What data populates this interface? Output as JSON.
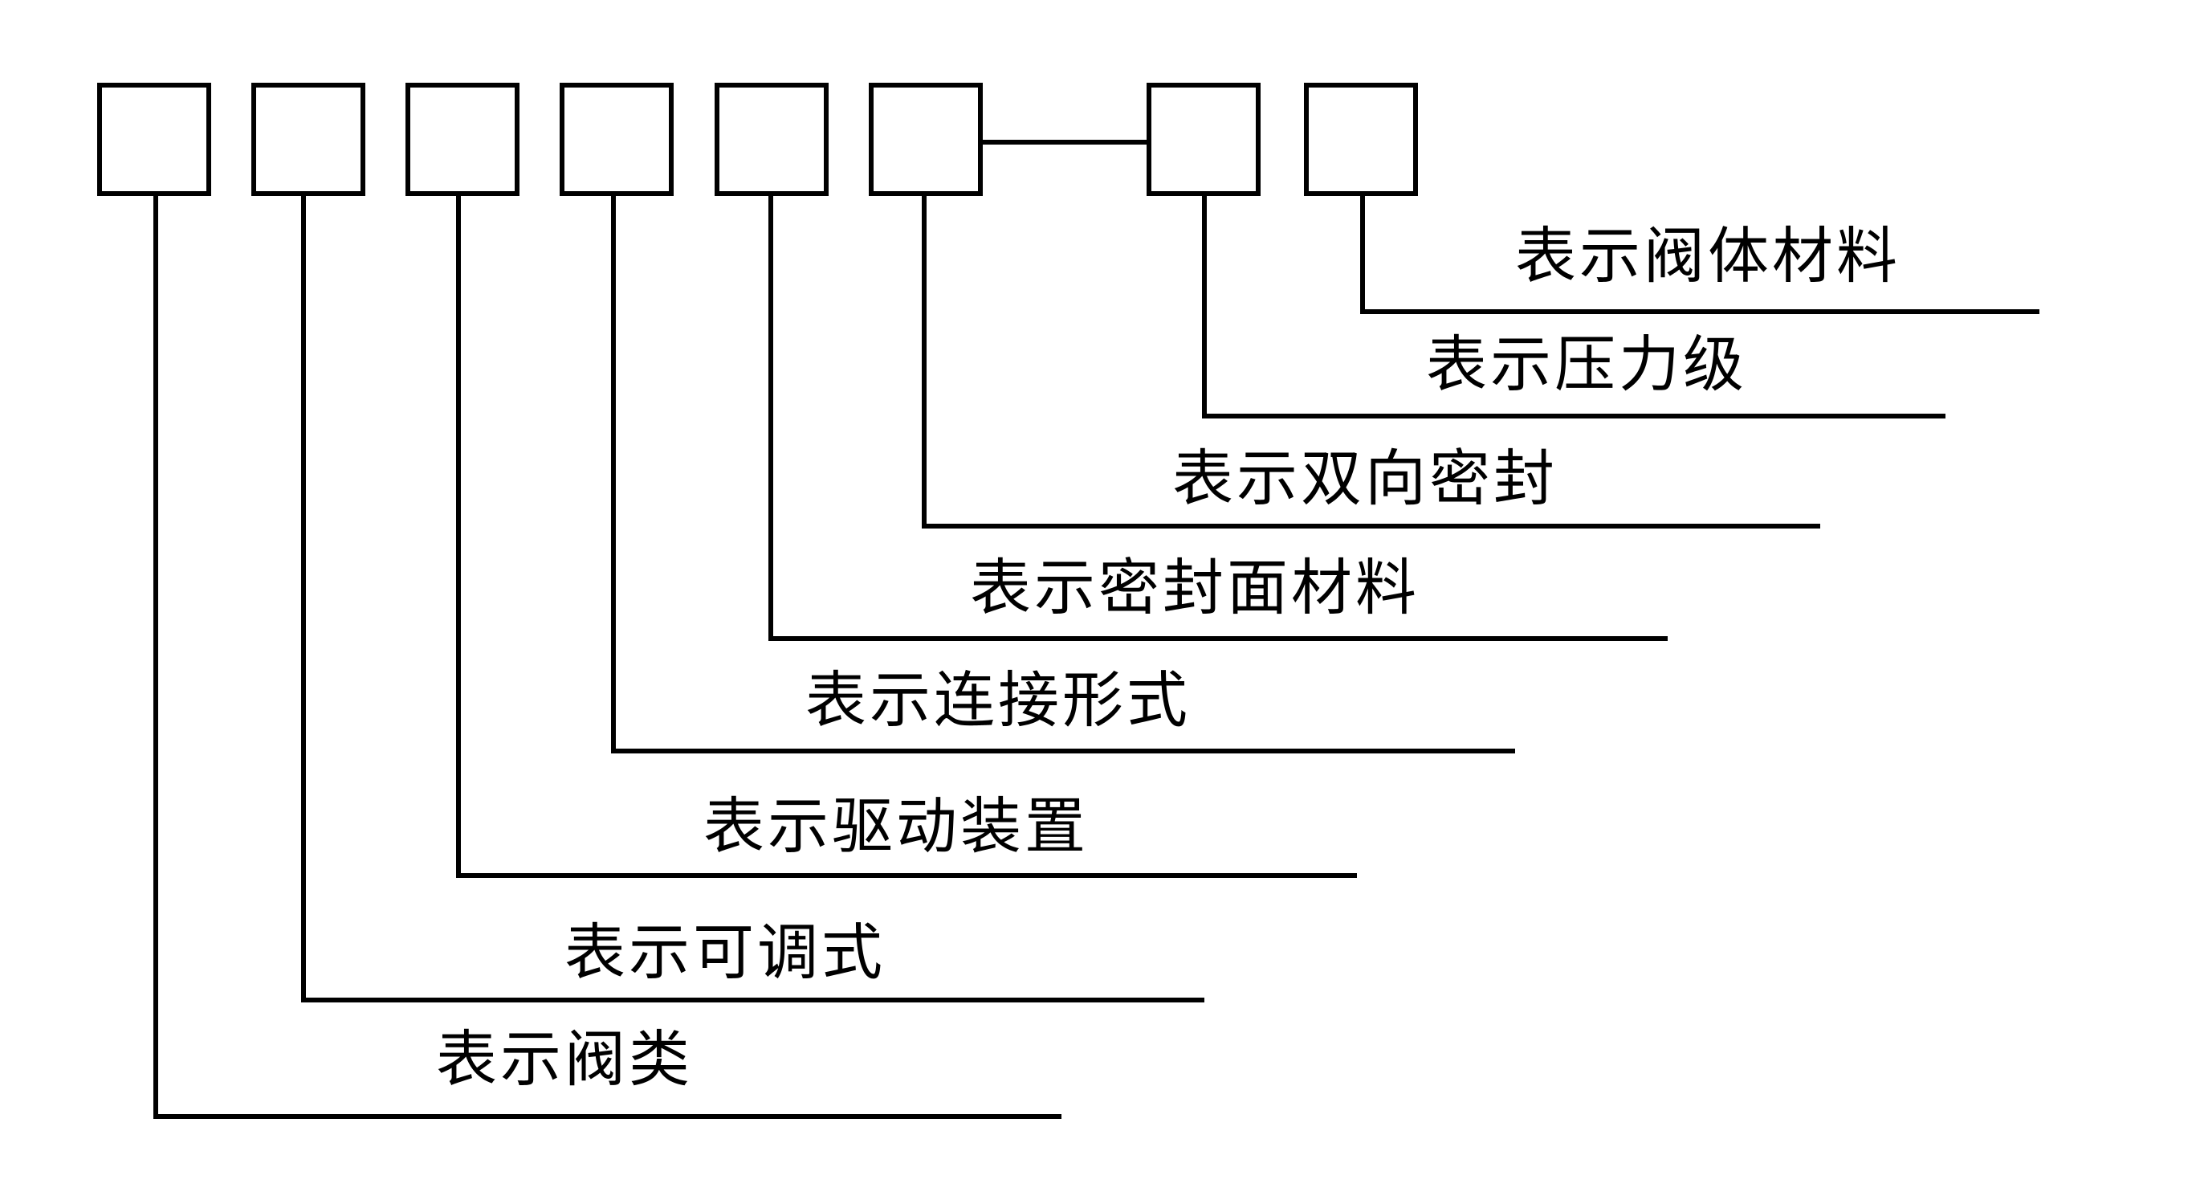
{
  "diagram": {
    "line_color": "#000000",
    "background": "#ffffff",
    "code_boxes": [
      {
        "id": "box-1",
        "label": "表示阀类"
      },
      {
        "id": "box-2",
        "label": "表示可调式"
      },
      {
        "id": "box-3",
        "label": "表示驱动装置"
      },
      {
        "id": "box-4",
        "label": "表示连接形式"
      },
      {
        "id": "box-5",
        "label": "表示密封面材料"
      },
      {
        "id": "box-6",
        "label": "表示双向密封"
      },
      {
        "id": "box-7",
        "label": "表示压力级"
      },
      {
        "id": "box-8",
        "label": "表示阀体材料"
      }
    ],
    "labels": {
      "l1": "表示阀类",
      "l2": "表示可调式",
      "l3": "表示驱动装置",
      "l4": "表示连接形式",
      "l5": "表示密封面材料",
      "l6": "表示双向密封",
      "l7": "表示压力级",
      "l8": "表示阀体材料"
    }
  }
}
